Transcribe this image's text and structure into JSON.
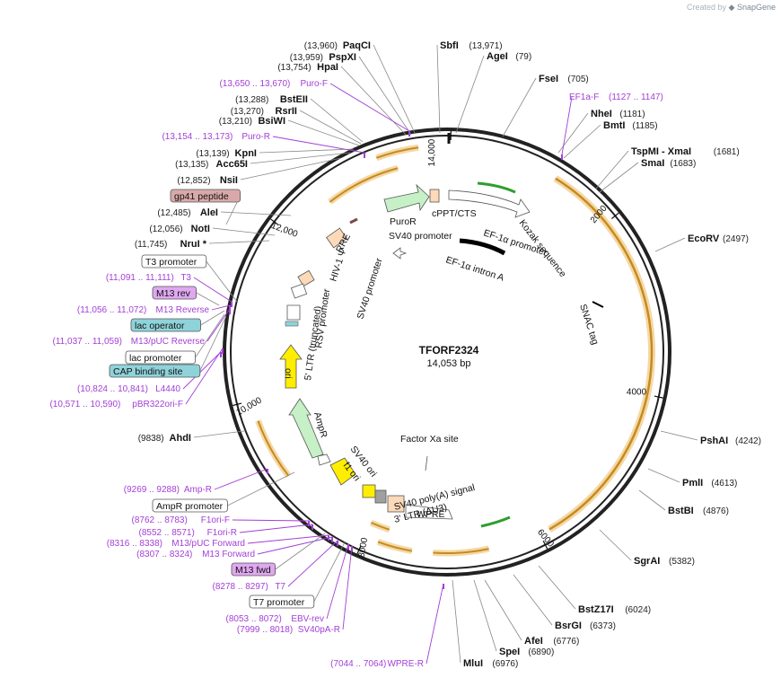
{
  "watermark": {
    "prefix": "Created by",
    "brand": "SnapGene"
  },
  "plasmid": {
    "name": "TFORF2324",
    "size": "14,053 bp"
  },
  "ticks": [
    "14,000",
    "2000",
    "4000",
    "6000",
    "8000",
    "10,000",
    "12,000"
  ],
  "enzymes": [
    {
      "name": "PaqCI",
      "pos": "(13,960)"
    },
    {
      "name": "PspXI",
      "pos": "(13,959)"
    },
    {
      "name": "HpaI",
      "pos": "(13,754)"
    },
    {
      "name": "BstEII",
      "pos": "(13,288)"
    },
    {
      "name": "RsrII",
      "pos": "(13,270)"
    },
    {
      "name": "BsiWI",
      "pos": "(13,210)"
    },
    {
      "name": "KpnI",
      "pos": "(13,139)"
    },
    {
      "name": "Acc65I",
      "pos": "(13,135)"
    },
    {
      "name": "NsiI",
      "pos": "(12,852)"
    },
    {
      "name": "AleI",
      "pos": "(12,485)"
    },
    {
      "name": "NotI",
      "pos": "(12,056)"
    },
    {
      "name": "NruI *",
      "pos": "(11,745)"
    },
    {
      "name": "AhdI",
      "pos": "(9838)"
    },
    {
      "name": "SbfI",
      "pos": "(13,971)"
    },
    {
      "name": "AgeI",
      "pos": "(79)"
    },
    {
      "name": "FseI",
      "pos": "(705)"
    },
    {
      "name": "NheI",
      "pos": "(1181)"
    },
    {
      "name": "BmtI",
      "pos": "(1185)"
    },
    {
      "name": "TspMI  - XmaI",
      "pos": "(1681)"
    },
    {
      "name": "SmaI",
      "pos": "(1683)"
    },
    {
      "name": "EcoRV",
      "pos": "(2497)"
    },
    {
      "name": "PshAI",
      "pos": "(4242)"
    },
    {
      "name": "PmlI",
      "pos": "(4613)"
    },
    {
      "name": "BstBI",
      "pos": "(4876)"
    },
    {
      "name": "SgrAI",
      "pos": "(5382)"
    },
    {
      "name": "BstZ17I",
      "pos": "(6024)"
    },
    {
      "name": "BsrGI",
      "pos": "(6373)"
    },
    {
      "name": "AfeI",
      "pos": "(6776)"
    },
    {
      "name": "SpeI",
      "pos": "(6890)"
    },
    {
      "name": "MluI",
      "pos": "(6976)"
    }
  ],
  "primers": [
    {
      "pos": "(13,650 .. 13,670)",
      "name": "Puro-F"
    },
    {
      "pos": "(13,154 .. 13,173)",
      "name": "Puro-R"
    },
    {
      "pos": "(11,091 .. 11,111)",
      "name": "T3"
    },
    {
      "pos": "(11,056 .. 11,072)",
      "name": "M13 Reverse"
    },
    {
      "pos": "(11,037 .. 11,059)",
      "name": "M13/pUC Reverse"
    },
    {
      "pos": "(10,824 .. 10,841)",
      "name": "L4440"
    },
    {
      "pos": "(10,571 .. 10,590)",
      "name": "pBR322ori-F"
    },
    {
      "pos": "(9269 .. 9288)",
      "name": "Amp-R"
    },
    {
      "pos": "(8762 .. 8783)",
      "name": "F1ori-F"
    },
    {
      "pos": "(8552 .. 8571)",
      "name": "F1ori-R"
    },
    {
      "pos": "(8316 .. 8338)",
      "name": "M13/pUC Forward"
    },
    {
      "pos": "(8307 .. 8324)",
      "name": "M13 Forward"
    },
    {
      "pos": "(8278 .. 8297)",
      "name": "T7"
    },
    {
      "pos": "(8053 .. 8072)",
      "name": "EBV-rev"
    },
    {
      "pos": "(7999 .. 8018)",
      "name": "SV40pA-R"
    },
    {
      "pos": "(7044 .. 7064)",
      "name": "WPRE-R"
    },
    {
      "pos": "(1127 .. 1147)",
      "name": "EF1a-F"
    }
  ],
  "boxed_features": [
    {
      "label": "gp41 peptide",
      "color": "#d9a9a9"
    },
    {
      "label": "T3 promoter",
      "color": "#ffffff"
    },
    {
      "label": "M13 rev",
      "color": "#e0a8f0"
    },
    {
      "label": "lac operator",
      "color": "#8fd3da"
    },
    {
      "label": "lac promoter",
      "color": "#ffffff"
    },
    {
      "label": "CAP binding site",
      "color": "#8fd3da"
    },
    {
      "label": "AmpR promoter",
      "color": "#ffffff"
    },
    {
      "label": "M13 fwd",
      "color": "#e0a8f0"
    },
    {
      "label": "T7 promoter",
      "color": "#ffffff"
    }
  ],
  "inner_labels": [
    "PuroR",
    "cPPT/CTS",
    "SV40 promoter",
    "EF-1α promoter",
    "Kozak sequence",
    "EF-1α intron A",
    "RRE",
    "HIV-1 Ψ",
    "SV40 promoter",
    "SNAC tag",
    "RSV promoter",
    "5' LTR (truncated)",
    "ori",
    "AmpR",
    "Factor Xa site",
    "SV40 ori",
    "f1 ori",
    "SV40 poly(A) signal",
    "3' LTR (ΔU3)",
    "WPRE"
  ],
  "colors": {
    "primer": "#a33fd6",
    "orf": "#f0b44a",
    "arrow_green": "#2e9e2e",
    "promoter": "#ffffff",
    "ori": "#ffee00",
    "ampr": "#c6f0c6",
    "ltr": "#fcd9b8"
  }
}
